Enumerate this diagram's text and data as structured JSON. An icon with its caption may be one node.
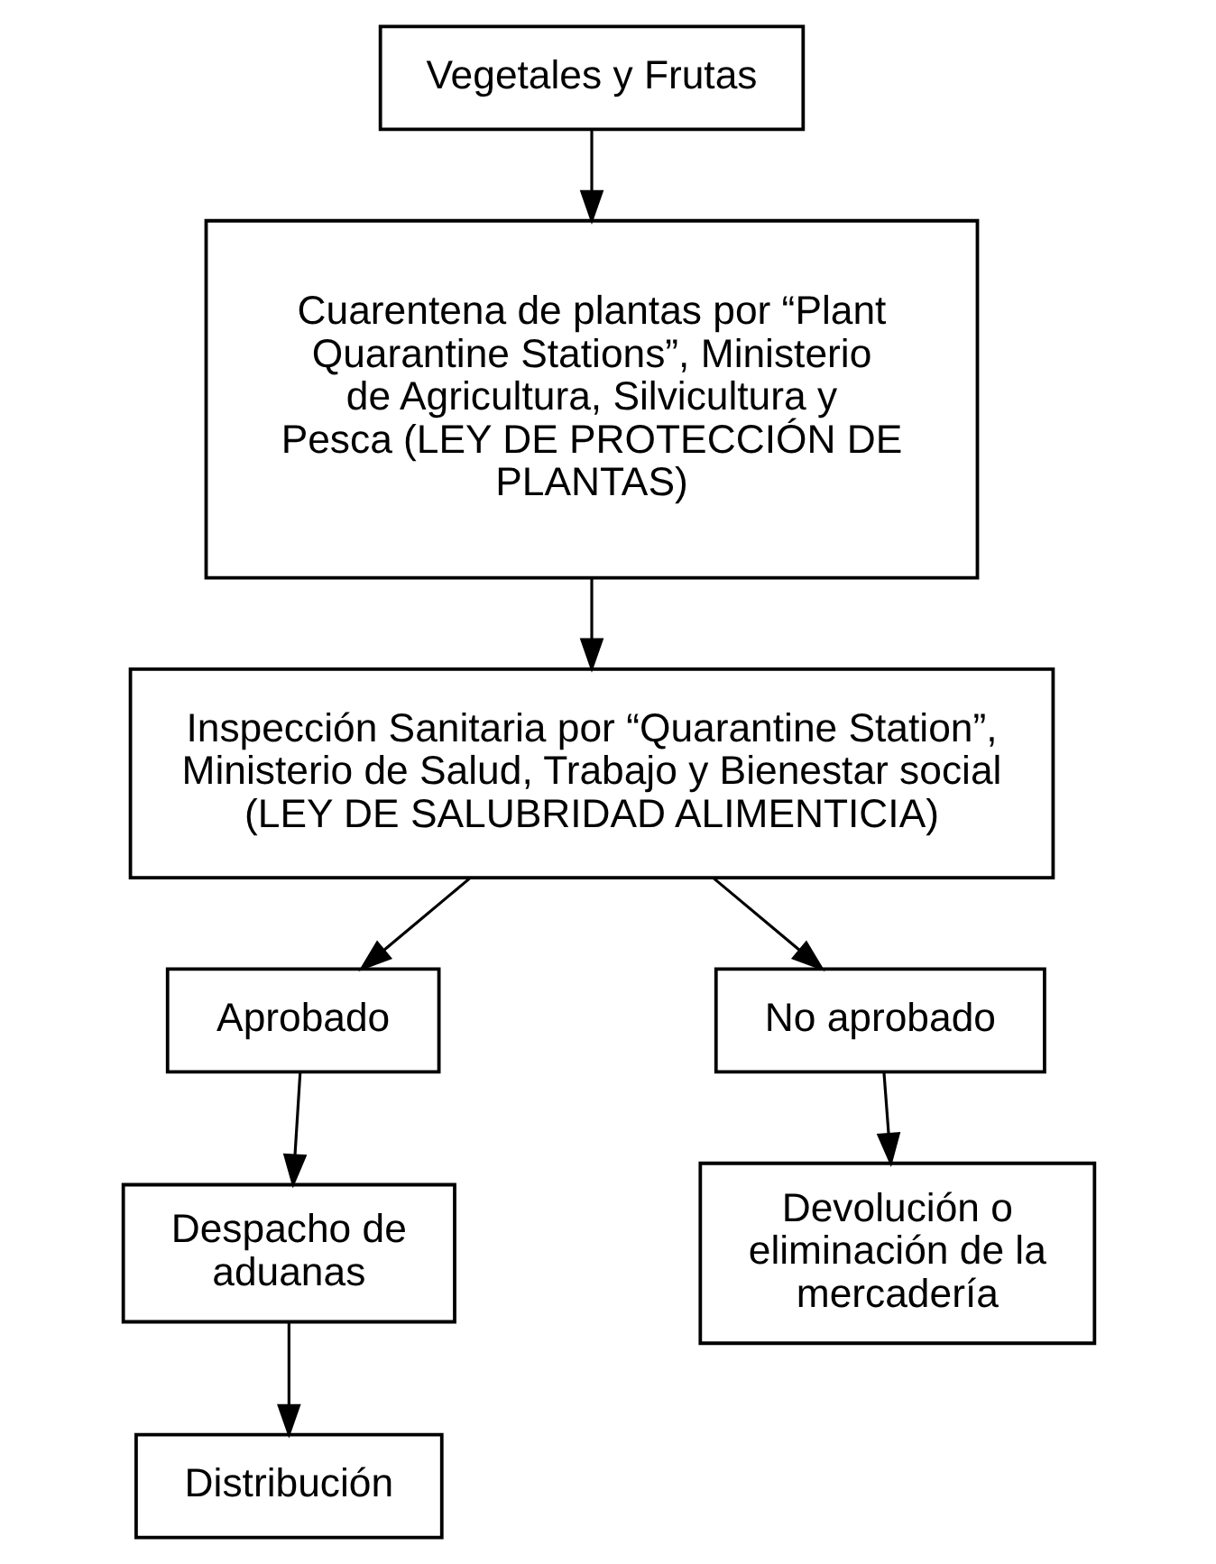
{
  "diagram": {
    "nodes": [
      {
        "text": [
          "Vegetales y Frutas"
        ]
      },
      {
        "text": [
          "Cuarentena de plantas por “Plant Quarantine Stations”, Ministerio de Agricultura, Silvicultura y Pesca (LEY DE PROTECCIÓN DE PLANTAS)"
        ]
      },
      {
        "text": [
          "Inspección Sanitaria por “Quarantine Station”, Ministerio de Salud, Trabajo y Bienestar social (LEY DE SALUBRIDAD ALIMENTICIA)"
        ]
      },
      {
        "text": [
          "Aprobado"
        ]
      },
      {
        "text": [
          "No aprobado"
        ]
      },
      {
        "text": [
          "Despacho de aduanas"
        ]
      },
      {
        "text": [
          "Devolución o eliminación de la mercadería"
        ]
      },
      {
        "text": [
          "Distribución"
        ]
      }
    ],
    "edges": [
      {
        "from": 0,
        "to": 1,
        "arrow": "to"
      },
      {
        "from": 1,
        "to": 2,
        "arrow": "to"
      },
      {
        "from": 2,
        "to": 3,
        "arrow": "to"
      },
      {
        "from": 2,
        "to": 4,
        "arrow": "to"
      },
      {
        "from": 3,
        "to": 5,
        "arrow": "to"
      },
      {
        "from": 4,
        "to": 6,
        "arrow": "to"
      },
      {
        "from": 5,
        "to": 7,
        "arrow": "to"
      }
    ]
  }
}
